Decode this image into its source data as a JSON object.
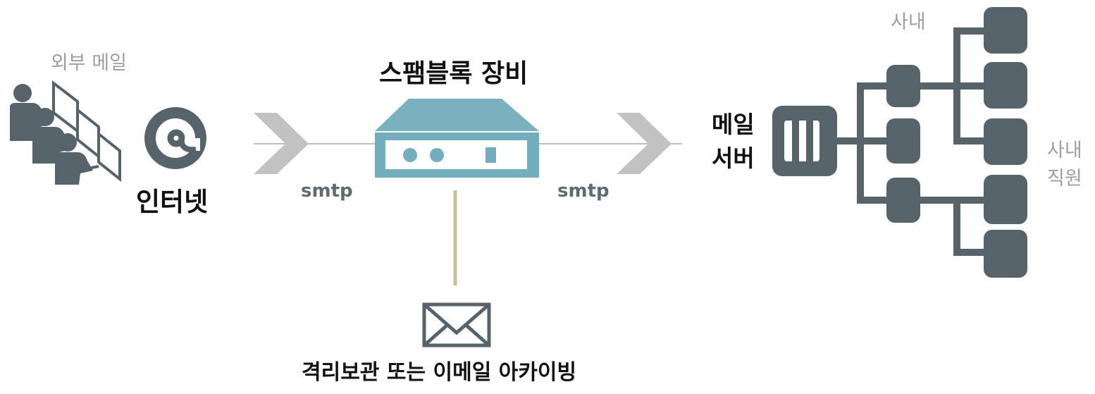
{
  "labels": {
    "external_mail": "외부 메일",
    "internet": "인터넷",
    "smtp_left": "smtp",
    "smtp_right": "smtp",
    "spam_device": "스팸블록 장비",
    "mail_server_line1": "메일",
    "mail_server_line2": "서버",
    "internal_top": "사내",
    "employees_line1": "사내",
    "employees_line2": "직원",
    "quarantine": "격리보관 또는 이메일 아카이빙"
  },
  "colors": {
    "icon_dark": "#56636b",
    "device_top": "#7bb1bf",
    "device_body": "#74adbb",
    "arrow": "#c2c2c2",
    "line": "#bdbdbd",
    "quarantine_line": "#c9bf99"
  },
  "icons": [
    "users-at-computers-icon",
    "at-sign-icon",
    "chevron-arrow-icon",
    "spam-block-appliance-icon",
    "envelope-icon",
    "mail-server-icon",
    "org-tree-icon"
  ]
}
